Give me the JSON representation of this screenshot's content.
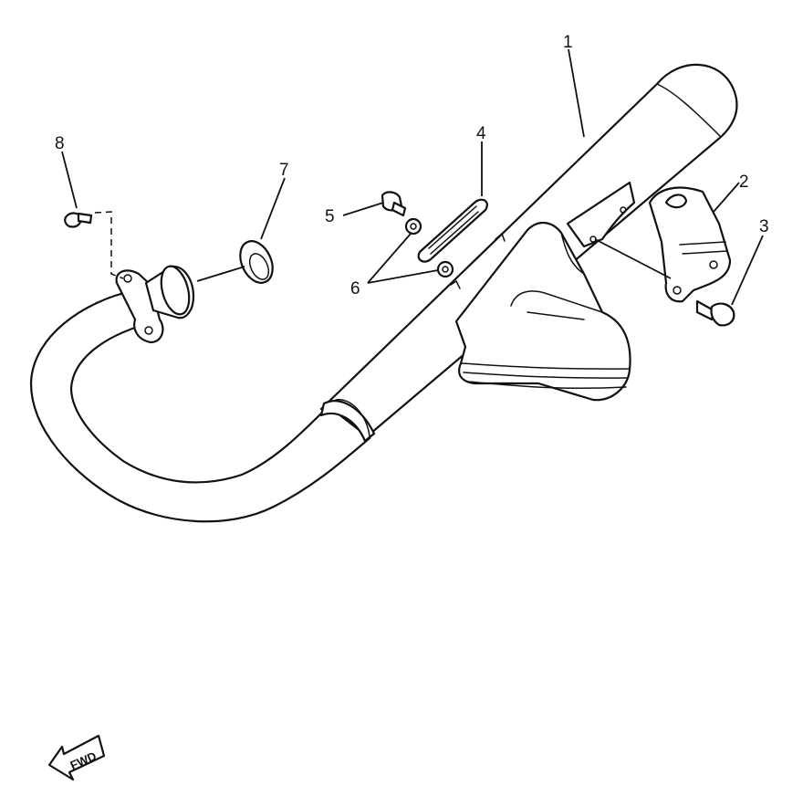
{
  "callouts": [
    {
      "id": "1",
      "label": "1"
    },
    {
      "id": "2",
      "label": "2"
    },
    {
      "id": "3",
      "label": "3"
    },
    {
      "id": "4",
      "label": "4"
    },
    {
      "id": "5",
      "label": "5"
    },
    {
      "id": "6",
      "label": "6"
    },
    {
      "id": "7",
      "label": "7"
    },
    {
      "id": "8",
      "label": "8"
    }
  ],
  "direction_indicator": {
    "label": "FWD",
    "icon": "forward-arrow-icon"
  }
}
